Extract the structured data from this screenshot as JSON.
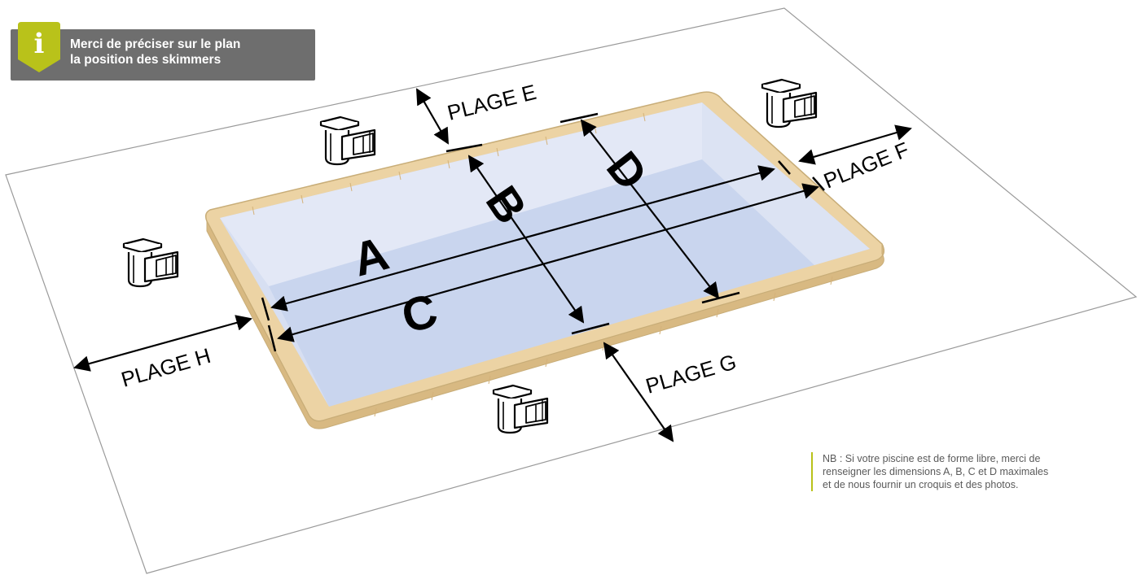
{
  "info": {
    "icon": "info-icon",
    "line1": "Merci de préciser sur le plan",
    "line2": "la position des skimmers",
    "icon_glyph": "i",
    "badge_color": "#b9c21a",
    "box_color": "#6e6e6e"
  },
  "dimensions": {
    "a": "A",
    "b": "B",
    "c": "C",
    "d": "D"
  },
  "plages": {
    "e": "PLAGE E",
    "f": "PLAGE F",
    "g": "PLAGE G",
    "h": "PLAGE H"
  },
  "note": {
    "line1": "NB : Si votre piscine est de forme libre, merci de",
    "line2": "renseigner les dimensions A, B, C et D maximales",
    "line3": "et de nous fournir un croquis et des photos."
  },
  "colors": {
    "coping": "#ecd3a4",
    "water": "#c9d5ee",
    "water_light": "#e3e8f6",
    "accent": "#b9c21a"
  },
  "skimmer_icon": "skimmer-icon"
}
